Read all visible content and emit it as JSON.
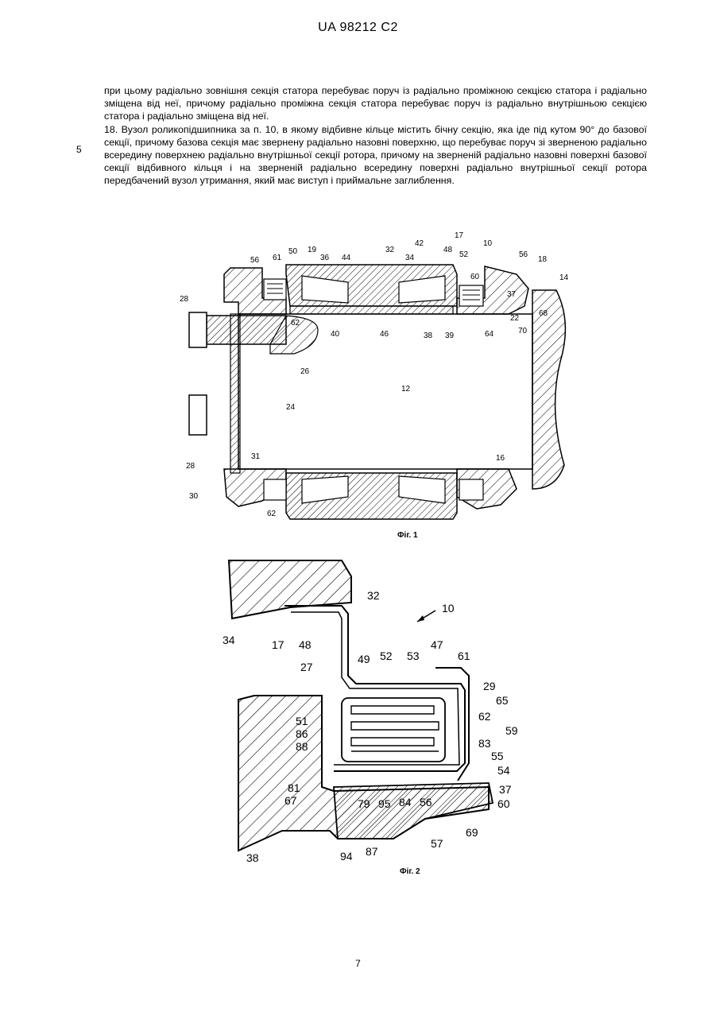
{
  "header": "UA   98212   C2",
  "paragraphs": [
    "при цьому радіально зовнішня секція статора перебуває поруч із радіально проміжною секцією статора і радіально зміщена від неї, причому радіально проміжна секція статора перебуває поруч із радіально внутрішньою секцією статора і радіально зміщена від неї.",
    "18. Вузол роликопідшипника за п. 10, в якому відбивне кільце містить бічну секцію, яка іде під кутом 90° до базової секції, причому базова секція має звернену радіально назовні поверхню, що перебуває поруч зі зверненою радіально всередину поверхнею радіально внутрішньої секції ротора, причому на зверненій радіально назовні поверхні базової секції відбивного кільця і на зверненій радіально всередину поверхні радіально внутрішньої секції ротора передбачений вузол утримання, який має виступ і приймальне заглиблення."
  ],
  "line_number": "5",
  "fig1": {
    "caption": "Фіг. 1",
    "labels": [
      "56",
      "61",
      "50",
      "19",
      "36",
      "44",
      "32",
      "42",
      "34",
      "17",
      "48",
      "52",
      "10",
      "56",
      "18",
      "14",
      "28",
      "60",
      "37",
      "22",
      "68",
      "70",
      "62",
      "40",
      "46",
      "38",
      "39",
      "64",
      "24",
      "26",
      "12",
      "24",
      "28",
      "31",
      "16",
      "30",
      "62"
    ]
  },
  "fig2": {
    "caption": "Фіг. 2",
    "labels": [
      "32",
      "10",
      "34",
      "17",
      "48",
      "27",
      "49",
      "52",
      "53",
      "47",
      "61",
      "29",
      "65",
      "62",
      "59",
      "51",
      "86",
      "83",
      "88",
      "55",
      "54",
      "81",
      "67",
      "79",
      "95",
      "84",
      "56",
      "37",
      "60",
      "87",
      "69",
      "57",
      "38",
      "94"
    ]
  },
  "page_number": "7"
}
